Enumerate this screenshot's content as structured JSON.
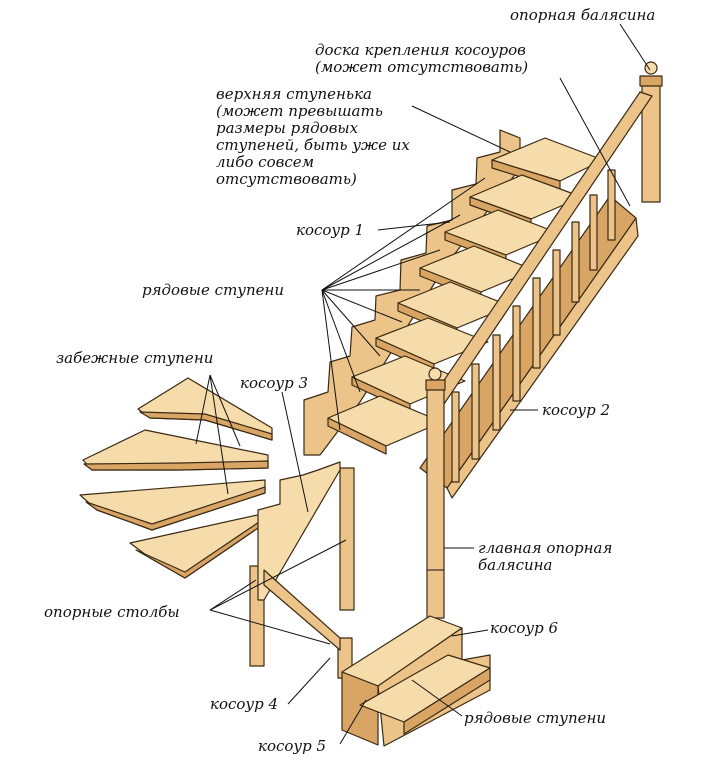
{
  "labels": {
    "support_baluster": "опорная балясина",
    "stringer_board": "доска крепления косоуров (может отсутствовать)",
    "top_step": "верхняя ступенька (может превышать размеры рядовых ступеней, быть уже их либо совсем отсутствовать)",
    "stringer_1": "косоур 1",
    "regular_steps_upper": "рядовые ступени",
    "winder_steps": "забежные ступени",
    "stringer_3": "косоур 3",
    "stringer_2": "косоур 2",
    "main_baluster": "главная опорная балясина",
    "support_posts": "опорные столбы",
    "stringer_6": "косоур 6",
    "stringer_4": "косоур 4",
    "regular_steps_lower": "рядовые ступени",
    "stringer_5": "косоур 5"
  },
  "colors": {
    "wood_light": "#f6dcaa",
    "wood_mid": "#ecc489",
    "wood_dark": "#d9a564",
    "outline": "#3a2a14"
  }
}
